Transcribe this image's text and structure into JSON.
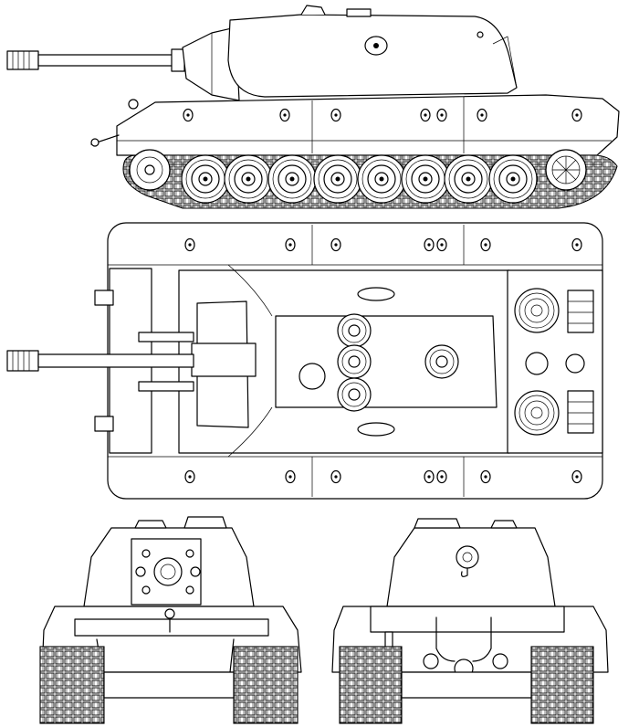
{
  "drawing": {
    "views": [
      "side-view",
      "top-view",
      "front-view",
      "rear-view"
    ],
    "side_view": {
      "road_wheels_per_side": 8
    },
    "colors": {
      "line": "#000000",
      "background": "#ffffff",
      "fill": "#ffffff"
    }
  }
}
